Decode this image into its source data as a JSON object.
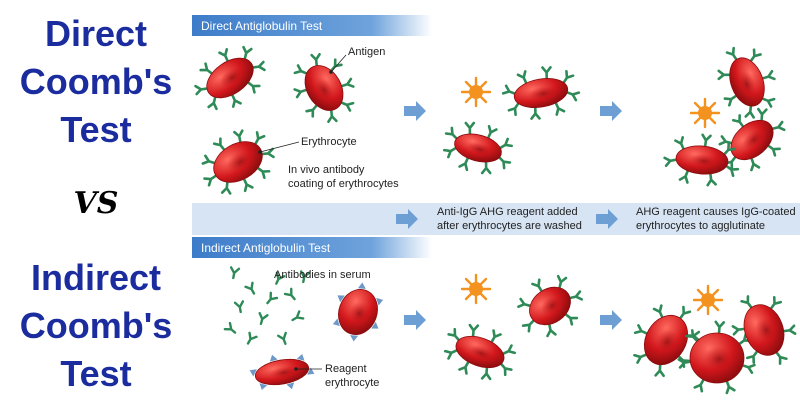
{
  "left_title": {
    "direct_lines": [
      "Direct",
      "Coomb's",
      "Test"
    ],
    "vs": "VS",
    "indirect_lines": [
      "Indirect",
      "Coomb's",
      "Test"
    ]
  },
  "direct": {
    "header": "Direct Antiglobulin Test",
    "labels": {
      "antigen": "Antigen",
      "erythrocyte": "Erythrocyte",
      "invivo_line1": "In vivo antibody",
      "invivo_line2": "coating of erythrocytes"
    }
  },
  "steps": {
    "step1_line1": "Anti-IgG AHG reagent added",
    "step1_line2": "after erythrocytes are washed",
    "step2_line1": "AHG reagent causes IgG-coated",
    "step2_line2": "erythrocytes to agglutinate"
  },
  "indirect": {
    "header": "Indirect Antiglobulin Test",
    "labels": {
      "antibodies_serum": "Antibodies in serum",
      "reagent_line1": "Reagent",
      "reagent_line2": "erythrocyte"
    }
  },
  "colors": {
    "title_blue": "#1a2c9e",
    "header_blue": "#3d7cc9",
    "band_blue": "#d6e4f3",
    "rbc_red": "#d2171c",
    "antibody_green": "#2e8b57",
    "antigen_blue": "#6d98c8",
    "ahg_orange": "#f3921e",
    "arrow_blue": "#6e9fd4"
  }
}
